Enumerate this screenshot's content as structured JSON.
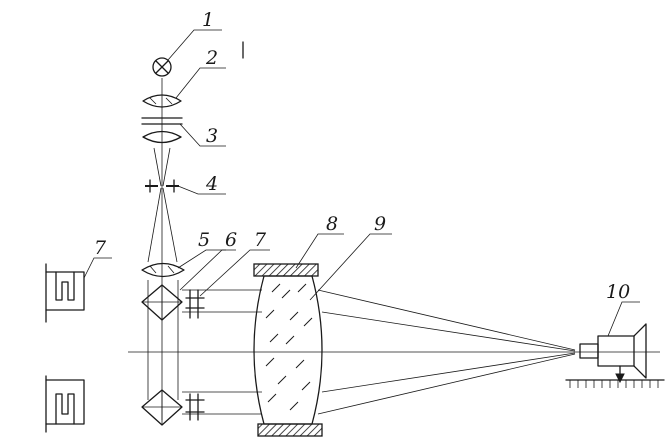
{
  "labels": {
    "l1": "1",
    "l2": "2",
    "l3": "3",
    "l4": "4",
    "l5": "5",
    "l6": "6",
    "l7a": "7",
    "l7b": "7",
    "l8": "8",
    "l9": "9",
    "l10": "10"
  }
}
